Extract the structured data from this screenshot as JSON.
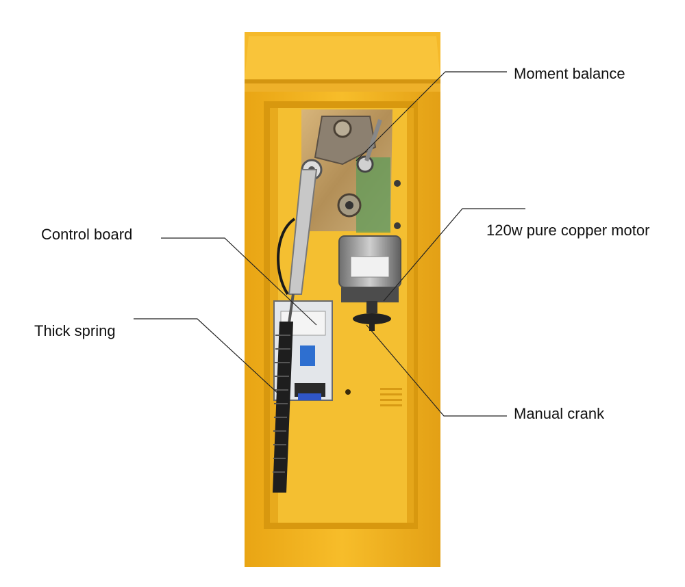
{
  "labels": {
    "moment_balance": "Moment balance",
    "motor": "120w pure copper motor",
    "control_board": "Control board",
    "thick_spring": "Thick spring",
    "manual_crank": "Manual crank"
  },
  "colors": {
    "housing": "#f2b21c",
    "housing_dark": "#d99a12",
    "cavity": "#f6c233",
    "mounting_plate": "#c9a36a",
    "motor_body": "#9a9a9a",
    "leader_line": "#222222"
  }
}
